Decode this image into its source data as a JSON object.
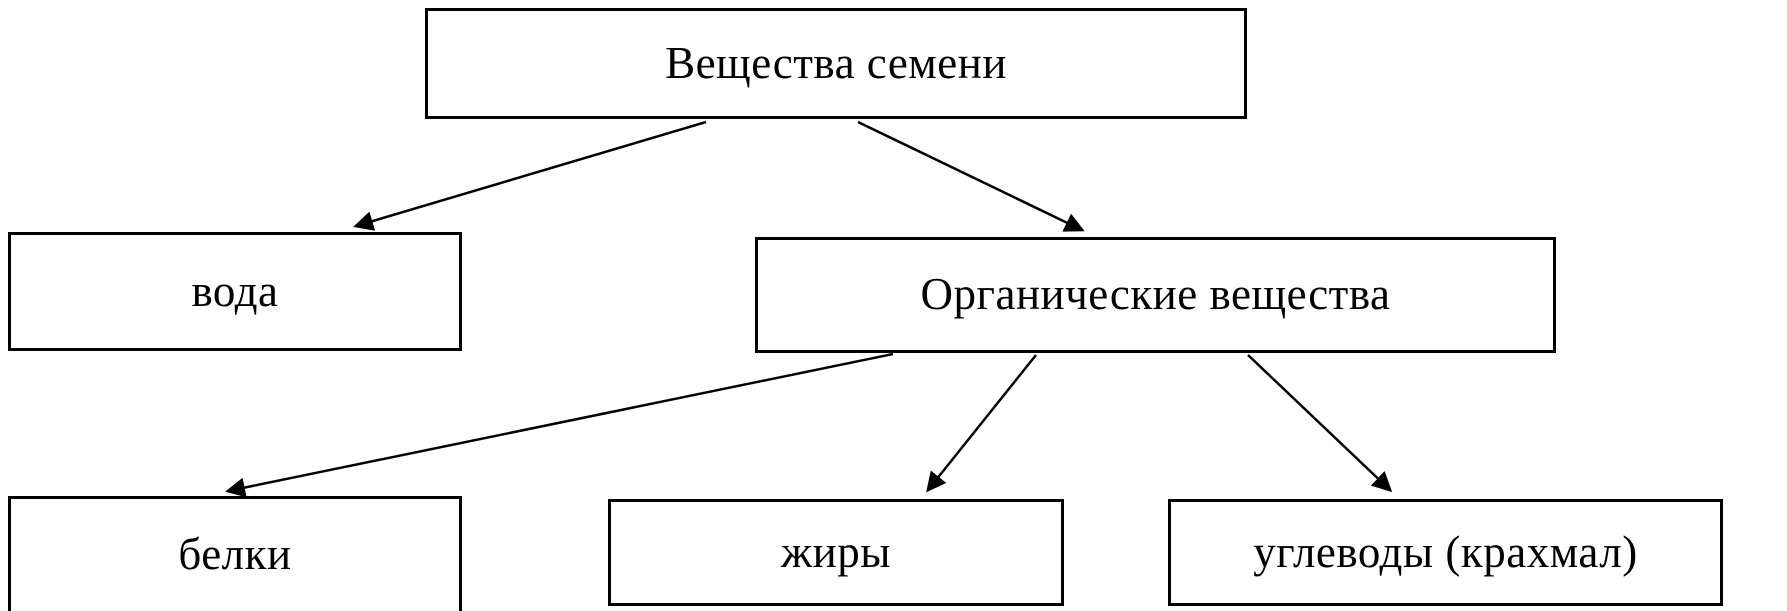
{
  "diagram": {
    "root": {
      "label": "Вещества семени"
    },
    "children": [
      {
        "label": "вода"
      },
      {
        "label": "Органические вещества"
      }
    ],
    "organic_children": [
      {
        "label": "белки"
      },
      {
        "label": "жиры"
      },
      {
        "label": "углеводы (крахмал)"
      }
    ],
    "edges": [
      {
        "from": "Вещества семени",
        "to": "вода"
      },
      {
        "from": "Вещества семени",
        "to": "Органические вещества"
      },
      {
        "from": "Органические вещества",
        "to": "белки"
      },
      {
        "from": "Органические вещества",
        "to": "жиры"
      },
      {
        "from": "Органические вещества",
        "to": "углеводы (крахмал)"
      }
    ],
    "colors": {
      "border": "#000000",
      "background": "#ffffff",
      "text": "#000000",
      "arrow": "#000000"
    }
  }
}
